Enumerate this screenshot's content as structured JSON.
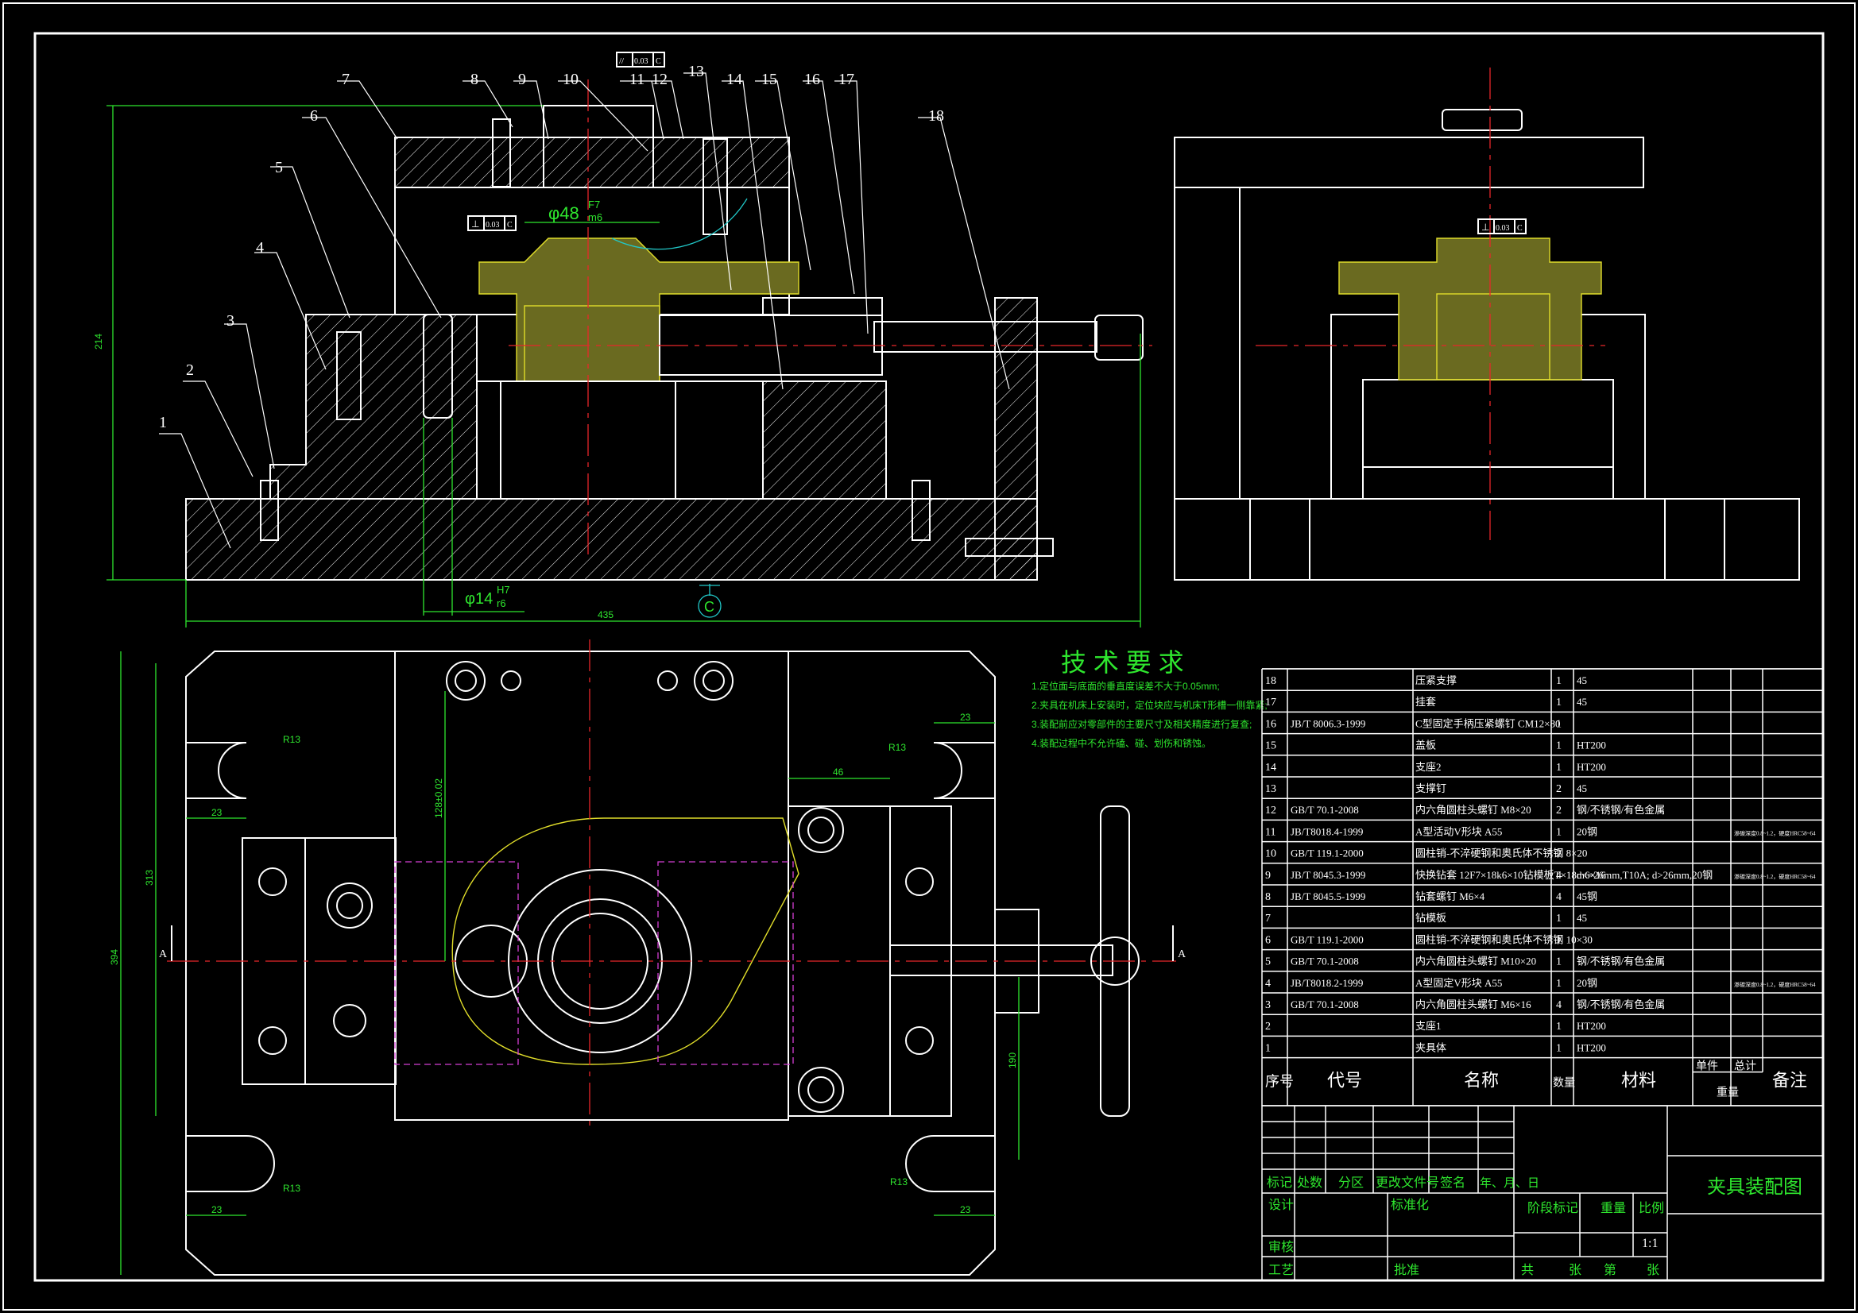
{
  "callouts": [
    "1",
    "2",
    "3",
    "4",
    "5",
    "6",
    "7",
    "8",
    "9",
    "10",
    "11",
    "12",
    "13",
    "14",
    "15",
    "16",
    "17",
    "18"
  ],
  "dimensions": {
    "overall_width": "435",
    "overall_height": "214",
    "bore_fit": "φ48",
    "bore_fit_upper": "F7",
    "bore_fit_lower": "m6",
    "pin_fit": "φ14",
    "pin_fit_upper": "H7",
    "pin_fit_lower": "r6",
    "datum": "C",
    "plan_height": "394",
    "plan_inner": "313",
    "plan_slot_offset": "128±0.02",
    "plan_slot_w1": "23",
    "plan_slot_w2": "23",
    "plan_slot_w3": "23",
    "plan_slot_w4": "23",
    "plan_width_46": "46",
    "plan_height_190": "190",
    "radius_r1": "R13",
    "radius_r2": "R13",
    "radius_r3": "R13",
    "radius_r4": "R13",
    "section_a_left": "A",
    "section_a_right": "A"
  },
  "tolerance_frames": [
    {
      "symbol": "//",
      "value": "0.03",
      "datum": "C"
    },
    {
      "symbol": "⊥",
      "value": "0.03",
      "datum": "C"
    },
    {
      "symbol": "⊥",
      "value": "0.03",
      "datum": "C"
    }
  ],
  "technical_requirements": {
    "title": "技 术 要 求",
    "items": [
      "1.定位面与底面的垂直度误差不大于0.05mm;",
      "2.夹具在机床上安装时，定位块应与机床T形槽一侧靠紧;",
      "3.装配前应对零部件的主要尺寸及相关精度进行复查;",
      "4.装配过程中不允许磕、碰、划伤和锈蚀。"
    ]
  },
  "bom": {
    "headers": {
      "no": "序号",
      "code": "代号",
      "name": "名称",
      "qty": "数量",
      "material": "材料",
      "unit": "单件",
      "total": "总计",
      "weight": "重量",
      "remark": "备注"
    },
    "rows": [
      {
        "no": "18",
        "code": "",
        "name": "压紧支撑",
        "qty": "1",
        "material": "45",
        "remark": ""
      },
      {
        "no": "17",
        "code": "",
        "name": "挂套",
        "qty": "1",
        "material": "45",
        "remark": ""
      },
      {
        "no": "16",
        "code": "JB/T 8006.3-1999",
        "name": "C型固定手柄压紧螺钉 CM12×80",
        "qty": "1",
        "material": "",
        "remark": ""
      },
      {
        "no": "15",
        "code": "",
        "name": "盖板",
        "qty": "1",
        "material": "HT200",
        "remark": ""
      },
      {
        "no": "14",
        "code": "",
        "name": "支座2",
        "qty": "1",
        "material": "HT200",
        "remark": ""
      },
      {
        "no": "13",
        "code": "",
        "name": "支撑钉",
        "qty": "2",
        "material": "45",
        "remark": ""
      },
      {
        "no": "12",
        "code": "GB/T 70.1-2008",
        "name": "内六角圆柱头螺钉 M8×20",
        "qty": "2",
        "material": "钢/不锈钢/有色金属",
        "remark": ""
      },
      {
        "no": "11",
        "code": "JB/T8018.4-1999",
        "name": "A型活动V形块 A55",
        "qty": "1",
        "material": "20钢",
        "remark": "渗碳深度0.8~1.2，硬度HRC58~64"
      },
      {
        "no": "10",
        "code": "GB/T 119.1-2000",
        "name": "圆柱销-不淬硬钢和奥氏体不锈钢 8×20",
        "qty": "2",
        "material": "",
        "remark": ""
      },
      {
        "no": "9",
        "code": "JB/T 8045.3-1999",
        "name": "快换钻套 12F7×18k6×10钻模板T×18m6×16",
        "qty": "4",
        "material": "d<=26mm,T10A; d>26mm,20钢",
        "remark": "渗碳深度0.8~1.2，硬度HRC58~64"
      },
      {
        "no": "8",
        "code": "JB/T 8045.5-1999",
        "name": "钻套螺钉 M6×4",
        "qty": "4",
        "material": "45钢",
        "remark": ""
      },
      {
        "no": "7",
        "code": "",
        "name": "钻模板",
        "qty": "1",
        "material": "45",
        "remark": ""
      },
      {
        "no": "6",
        "code": "GB/T 119.1-2000",
        "name": "圆柱销-不淬硬钢和奥氏体不锈钢 10×30",
        "qty": "1",
        "material": "",
        "remark": ""
      },
      {
        "no": "5",
        "code": "GB/T 70.1-2008",
        "name": "内六角圆柱头螺钉 M10×20",
        "qty": "1",
        "material": "钢/不锈钢/有色金属",
        "remark": ""
      },
      {
        "no": "4",
        "code": "JB/T8018.2-1999",
        "name": "A型固定V形块 A55",
        "qty": "1",
        "material": "20钢",
        "remark": "渗碳深度0.8~1.2，硬度HRC58~64"
      },
      {
        "no": "3",
        "code": "GB/T 70.1-2008",
        "name": "内六角圆柱头螺钉 M6×16",
        "qty": "4",
        "material": "钢/不锈钢/有色金属",
        "remark": ""
      },
      {
        "no": "2",
        "code": "",
        "name": "支座1",
        "qty": "1",
        "material": "HT200",
        "remark": ""
      },
      {
        "no": "1",
        "code": "",
        "name": "夹具体",
        "qty": "1",
        "material": "HT200",
        "remark": ""
      }
    ]
  },
  "title_block": {
    "drawing_title": "夹具装配图",
    "mark": "标记",
    "count": "处数",
    "zone": "分区",
    "change_doc": "更改文件号",
    "signature": "签名",
    "date": "年、月、日",
    "design": "设计",
    "standardize": "标准化",
    "stage_mark": "阶段标记",
    "weight": "重量",
    "scale_label": "比例",
    "scale": "1:1",
    "review": "审核",
    "process": "工艺",
    "approve": "批准",
    "total_sheets": "共",
    "sheet_unit_a": "张",
    "sheet_no": "第",
    "sheet_unit_b": "张"
  },
  "colors": {
    "background": "#000000",
    "geometry": "#ffffff",
    "dimension": "#2ee62e",
    "centerline": "#e8262a",
    "workpiece": "#e0dd2a",
    "hidden": "#d43fd4",
    "arc": "#21c8c8"
  }
}
